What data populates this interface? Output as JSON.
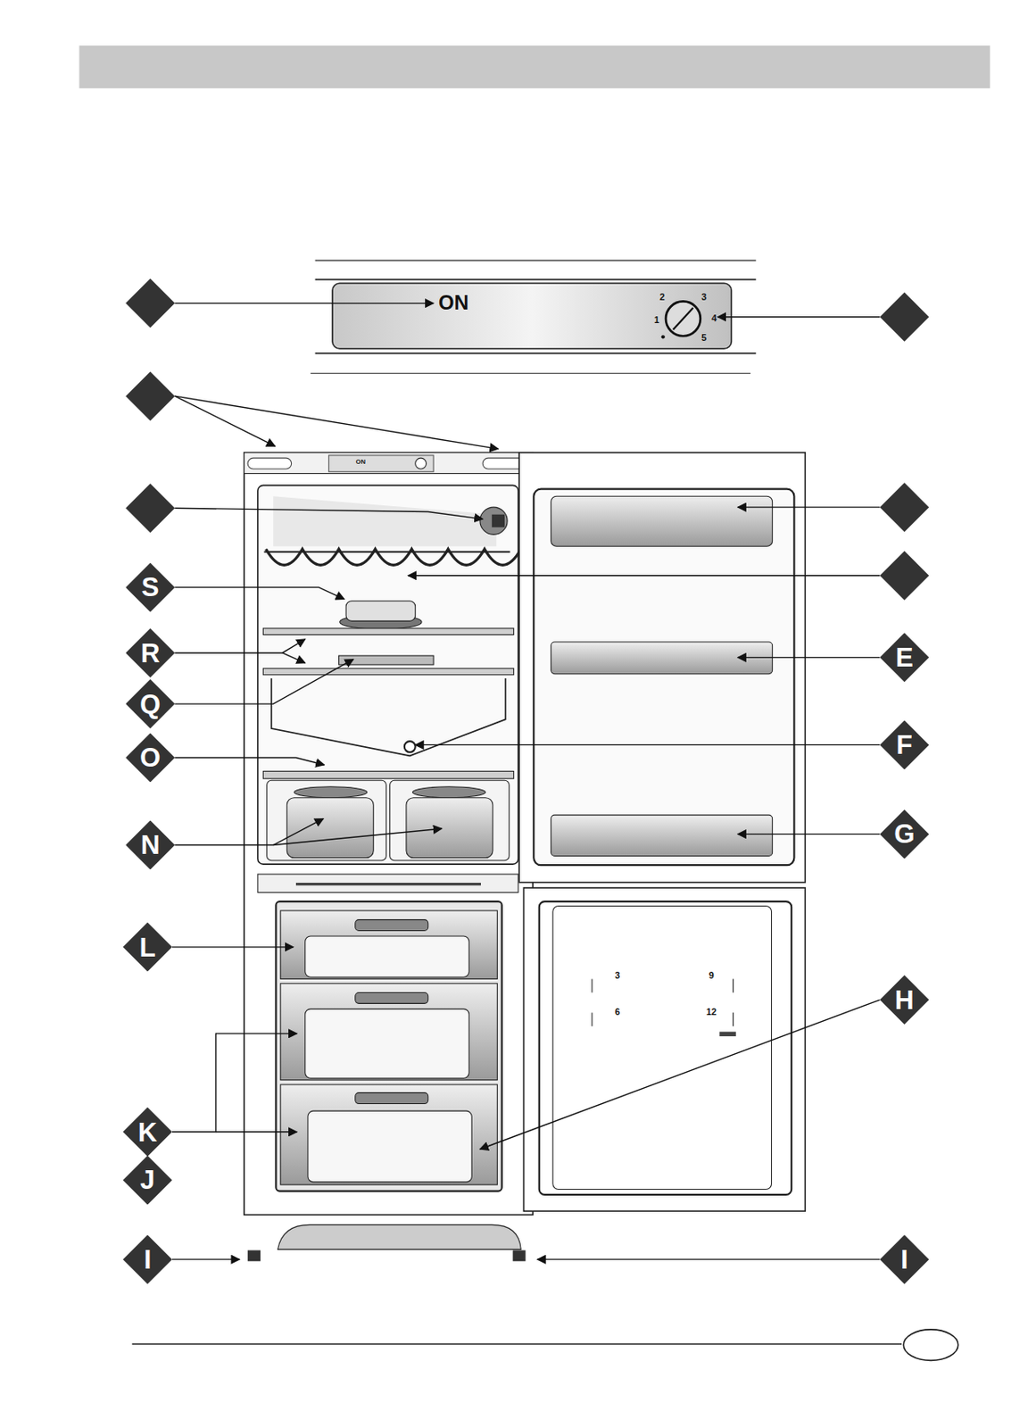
{
  "diagram": {
    "nodes": [
      {
        "text": [
          "S"
        ]
      },
      {
        "text": [
          "R"
        ]
      },
      {
        "text": [
          "E"
        ]
      },
      {
        "text": [
          "Q"
        ]
      },
      {
        "text": [
          "O"
        ]
      },
      {
        "text": [
          "F"
        ]
      },
      {
        "text": [
          "N"
        ]
      },
      {
        "text": [
          "G"
        ]
      },
      {
        "text": [
          "L"
        ]
      },
      {
        "text": [
          "H"
        ]
      },
      {
        "text": [
          "K"
        ]
      },
      {
        "text": [
          "J"
        ]
      },
      {
        "text": [
          "I"
        ]
      },
      {
        "text": [
          "I"
        ]
      }
    ],
    "labels": [
      "ON",
      "2",
      "3",
      "1",
      "4",
      "5",
      "ON",
      "3",
      "9",
      "6",
      "12"
    ]
  }
}
